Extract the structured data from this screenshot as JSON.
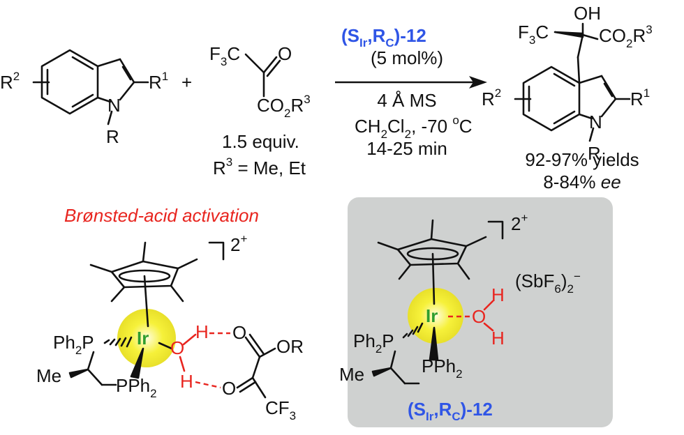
{
  "reaction": {
    "catalyst_label_main": "(S",
    "catalyst_ir_sub": "Ir",
    "catalyst_sep": ",R",
    "catalyst_c_sub": "C",
    "catalyst_tail": ")-12",
    "catalyst_loading": "(5 mol%)",
    "sieves": "4 Å MS",
    "solvent_prefix": "CH",
    "solvent_sub2": "2",
    "solvent_cl": "Cl",
    "solvent_temp": ", -70 ",
    "solvent_deg": "o",
    "solvent_unit": "C",
    "time": "14-25 min",
    "plus": "+",
    "equiv": "1.5 equiv.",
    "r3_def_R": "R",
    "r3_def_sup": "3",
    "r3_def_rest": " = Me, Et",
    "yields": "92-97% yields",
    "ee_value": "8-84% ",
    "ee_label": "ee"
  },
  "indole": {
    "R": "R",
    "R1": "R",
    "R1_sup": "1",
    "R2": "R",
    "R2_sup": "2",
    "N": "N"
  },
  "ketoester": {
    "F3C_F": "F",
    "F3C_sub": "3",
    "F3C_C": "C",
    "O": "O",
    "CO2R3_CO": "CO",
    "CO2R3_sub": "2",
    "CO2R3_R": "R",
    "CO2R3_sup": "3"
  },
  "product": {
    "OH": "OH",
    "F3C_F": "F",
    "F3C_sub": "3",
    "F3C_C": "C",
    "CO2R3_CO": "CO",
    "CO2R3_sub": "2",
    "CO2R3_R": "R",
    "CO2R3_sup": "3",
    "R2": "R",
    "R2_sup": "2",
    "R1": "R",
    "R1_sup": "1",
    "N": "N",
    "R": "R"
  },
  "activation": {
    "title": "Brønsted-acid activation",
    "charge_num": "2",
    "charge_sign": "+",
    "Ph2P_Ph": "Ph",
    "Ph2P_sub": "2",
    "Ph2P_P": "P",
    "Ir": "Ir",
    "O": "O",
    "H1": "H",
    "H2": "H",
    "Me": "Me",
    "PPh2_P": "PPh",
    "PPh2_sub": "2",
    "ester_O": "O",
    "ester_OR": "OR",
    "keto_O": "O",
    "CF3_CF": "CF",
    "CF3_sub": "3"
  },
  "catalyst_box": {
    "charge_num": "2",
    "charge_sign": "+",
    "counter_SbF": "(SbF",
    "counter_6": "6",
    "counter_close": ")",
    "counter_2": "2",
    "counter_minus": "−",
    "Ph2P_Ph": "Ph",
    "Ph2P_sub": "2",
    "Ph2P_P": "P",
    "Ir": "Ir",
    "O": "O",
    "H1": "H",
    "H2": "H",
    "Me": "Me",
    "PPh2_P": "PPh",
    "PPh2_sub": "2",
    "label_main": "(S",
    "label_ir": "Ir",
    "label_sep": ",R",
    "label_c": "C",
    "label_tail": ")-12"
  },
  "colors": {
    "accent_blue": "#2f55e6",
    "hbond_red": "#e8251f",
    "iridium_green": "#2e9e2e",
    "iridium_glow": "#f3ef2e",
    "box_gray": "#cfd1d0"
  }
}
